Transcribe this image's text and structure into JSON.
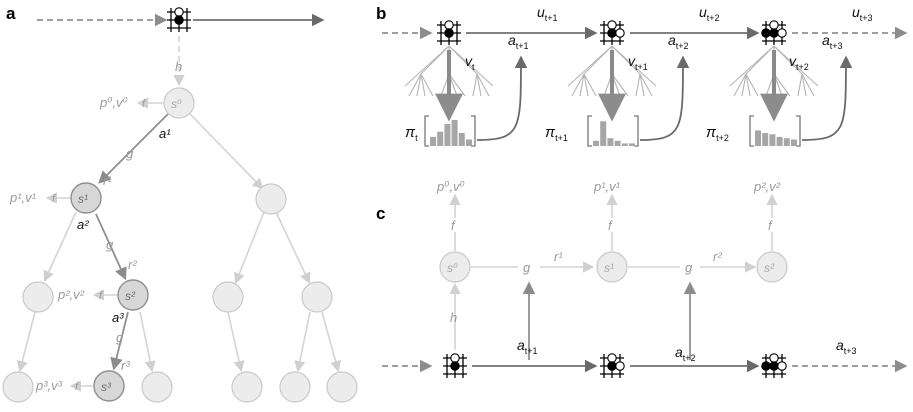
{
  "panels": {
    "a": {
      "letter": "a",
      "labels": {
        "h": "h",
        "f": "f",
        "g": "g",
        "p0v0": "p⁰,v⁰",
        "p1v1": "p¹,v¹",
        "p2v2": "p²,v²",
        "p3v3": "p³,v³",
        "a1": "a¹",
        "a2": "a²",
        "a3": "a³",
        "r1": "r¹",
        "r2": "r²",
        "r3": "r³"
      },
      "nodes": {
        "s0": "s⁰",
        "s1": "s¹",
        "s2": "s²",
        "s3": "s³"
      }
    },
    "b": {
      "letter": "b",
      "u_labels": [
        "u",
        "u",
        "u"
      ],
      "u_subs": [
        "t+1",
        "t+2",
        "t+3"
      ],
      "a_labels": [
        "a",
        "a",
        "a"
      ],
      "a_subs": [
        "t+1",
        "t+2",
        "t+3"
      ],
      "v_labels": [
        "v",
        "v",
        "v"
      ],
      "v_subs": [
        "t",
        "t+1",
        "t+2"
      ],
      "pi_labels": [
        "π",
        "π",
        "π"
      ],
      "pi_subs": [
        "t",
        "t+1",
        "t+2"
      ],
      "policies": [
        [
          0.35,
          0.55,
          0.85,
          1.0,
          0.5,
          0.25
        ],
        [
          0.2,
          0.95,
          0.3,
          0.2,
          0.1,
          0.1
        ],
        [
          0.6,
          0.5,
          0.45,
          0.35,
          0.3,
          0.25
        ]
      ]
    },
    "c": {
      "letter": "c",
      "top_labels": [
        "p⁰,v⁰",
        "p¹,v¹",
        "p²,v²"
      ],
      "f": "f",
      "g": "g",
      "h": "h",
      "r_labels": [
        "r¹",
        "r²"
      ],
      "nodes": [
        "s⁰",
        "s¹",
        "s²"
      ],
      "a_labels": [
        "a",
        "a",
        "a"
      ],
      "a_subs": [
        "t+1",
        "t+2",
        "t+3"
      ]
    }
  }
}
